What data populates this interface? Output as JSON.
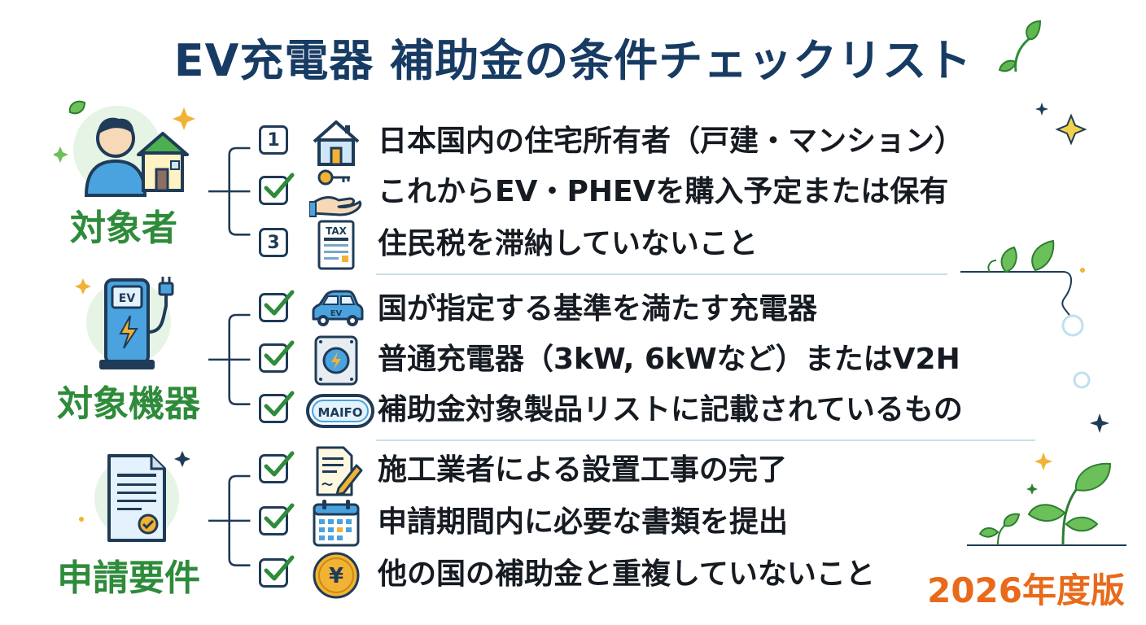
{
  "title": "EV充電器 補助金の条件チェックリスト",
  "edition": "2026年度版",
  "colors": {
    "title": "#173b63",
    "section": "#2e8b3a",
    "edition": "#e86a1a",
    "check": "#2e8b3a",
    "line": "#1f3b57"
  },
  "sections": [
    {
      "label": "対象者",
      "icon": "person-house-icon",
      "items": [
        {
          "marker": "1",
          "icon": "house-icon",
          "text": "日本国内の住宅所有者（戸建・マンション）"
        },
        {
          "marker": "check",
          "icon": "key-hand-icon",
          "text": "これからEV・PHEVを購入予定または保有"
        },
        {
          "marker": "3",
          "icon": "tax-document-icon",
          "icon_text": "TAX",
          "text": "住民税を滞納していないこと"
        }
      ]
    },
    {
      "label": "対象機器",
      "icon": "ev-charger-icon",
      "icon_text": "EV",
      "items": [
        {
          "marker": "check",
          "icon": "ev-car-icon",
          "icon_text": "EV",
          "text": "国が指定する基準を満たす充電器"
        },
        {
          "marker": "check",
          "icon": "wall-charger-icon",
          "text": "普通充電器（3kW, 6kWなど）またはV2H"
        },
        {
          "marker": "check",
          "icon": "maifo-badge-icon",
          "icon_text": "MAIFO",
          "text": "補助金対象製品リストに記載されているもの"
        }
      ]
    },
    {
      "label": "申請要件",
      "icon": "application-document-icon",
      "items": [
        {
          "marker": "check",
          "icon": "contract-pen-icon",
          "text": "施工業者による設置工事の完了"
        },
        {
          "marker": "check",
          "icon": "calendar-icon",
          "text": "申請期間内に必要な書類を提出"
        },
        {
          "marker": "check",
          "icon": "yen-coin-icon",
          "icon_text": "¥",
          "text": "他の国の補助金と重複していないこと"
        }
      ]
    }
  ]
}
